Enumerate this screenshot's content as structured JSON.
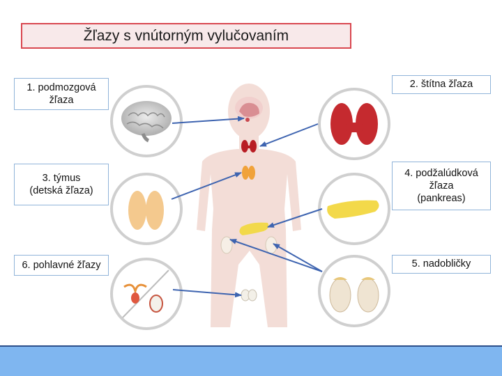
{
  "title": "Žľazy s vnútorným vylučovaním",
  "labels": {
    "l1": "1. podmozgová\nžľaza",
    "l2": "2. štítna žľaza",
    "l3": "3. týmus\n(detská žľaza)",
    "l4": "4. podžalúdková\nžľaza\n(pankreas)",
    "l5": "5. nadobličky",
    "l6": "6. pohlavné žľazy"
  },
  "colors": {
    "title_border": "#d9464f",
    "arrow": "#3e64b0",
    "body_fill": "#f3ddd7",
    "footer": "#7fb6f0"
  },
  "icons": [
    "brain-icon",
    "thyroid-icon",
    "thymus-icon",
    "pancreas-icon",
    "adrenal-kidneys-icon",
    "reproductive-organs-icon",
    "human-body-icon"
  ]
}
